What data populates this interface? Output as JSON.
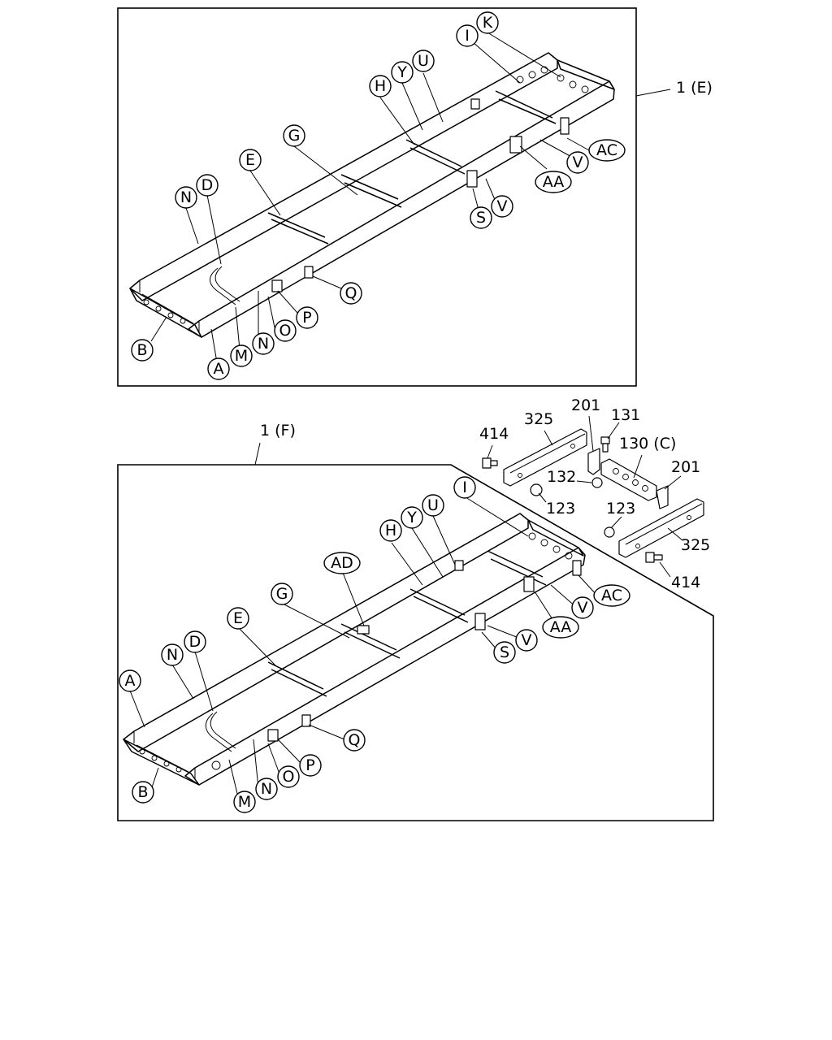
{
  "views": [
    {
      "id": "upper",
      "title": "1 (E)",
      "callouts": [
        "K",
        "I",
        "U",
        "Y",
        "H",
        "G",
        "E",
        "D",
        "N",
        "AC",
        "V",
        "AA",
        "V",
        "S",
        "Q",
        "P",
        "O",
        "N",
        "M",
        "A",
        "B"
      ]
    },
    {
      "id": "lower",
      "title": "1 (F)",
      "callouts": [
        "I",
        "U",
        "Y",
        "H",
        "AD",
        "G",
        "E",
        "D",
        "N",
        "A",
        "AC",
        "V",
        "AA",
        "V",
        "S",
        "Q",
        "P",
        "O",
        "N",
        "M",
        "B"
      ]
    }
  ],
  "parts": [
    {
      "number": "414"
    },
    {
      "number": "325"
    },
    {
      "number": "201"
    },
    {
      "number": "131"
    },
    {
      "number": "130 (C)"
    },
    {
      "number": "132"
    },
    {
      "number": "123"
    },
    {
      "number": "201"
    },
    {
      "number": "123"
    },
    {
      "number": "325"
    },
    {
      "number": "414"
    }
  ]
}
